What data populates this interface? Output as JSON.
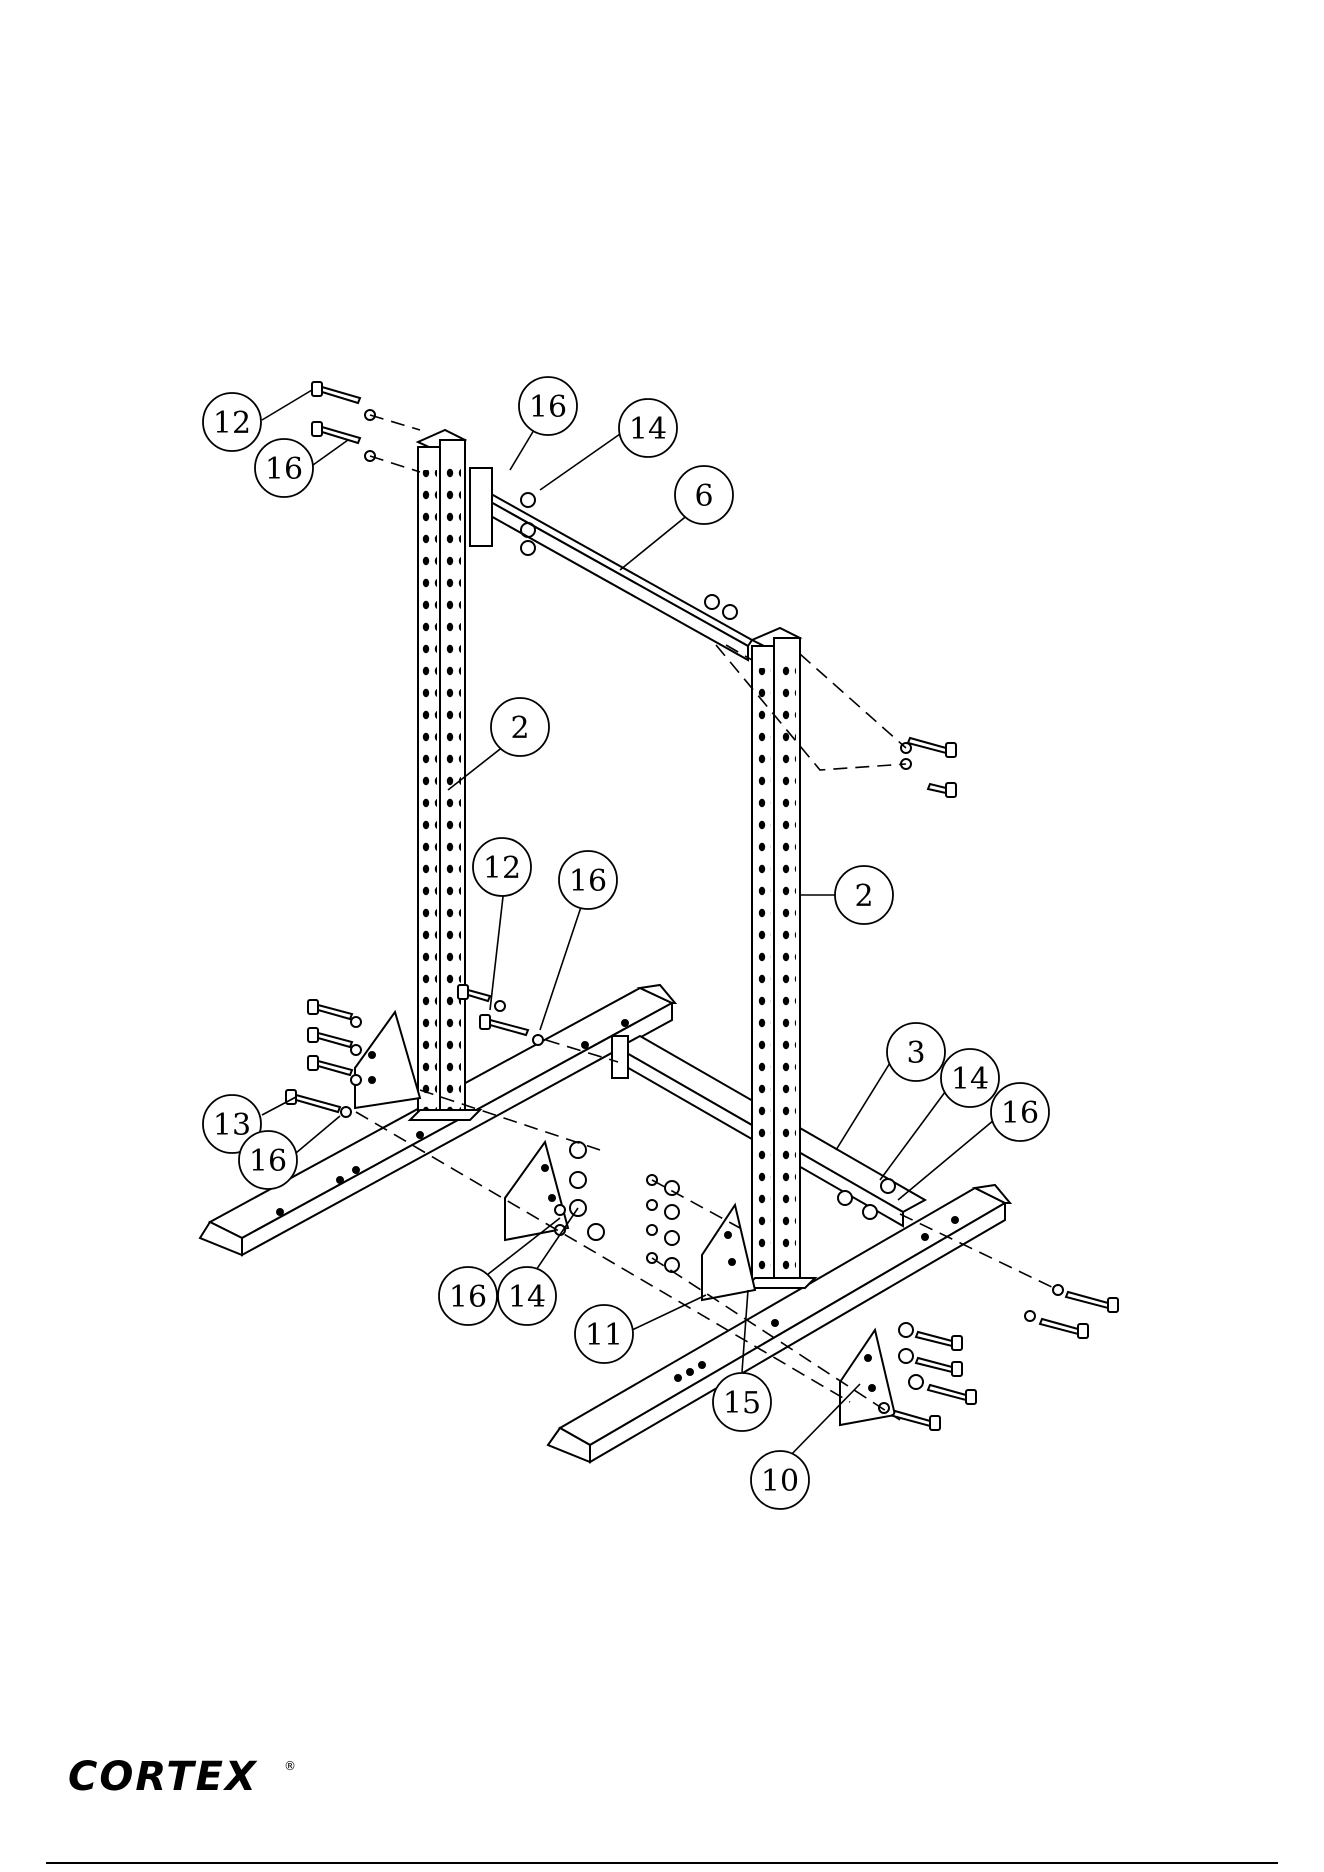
{
  "callouts": {
    "c_12_top": "12",
    "c_16_top_left": "16",
    "c_16_bracket": "16",
    "c_14_top": "14",
    "c_6": "6",
    "c_2_left": "2",
    "c_12_mid": "12",
    "c_16_mid": "16",
    "c_2_right": "2",
    "c_3": "3",
    "c_14_right": "14",
    "c_16_right": "16",
    "c_13": "13",
    "c_16_left_base": "16",
    "c_16_front": "16",
    "c_14_front": "14",
    "c_11": "11",
    "c_15": "15",
    "c_10": "10"
  },
  "brand": {
    "logo_text": "CORTEX",
    "registered_mark": "®"
  }
}
